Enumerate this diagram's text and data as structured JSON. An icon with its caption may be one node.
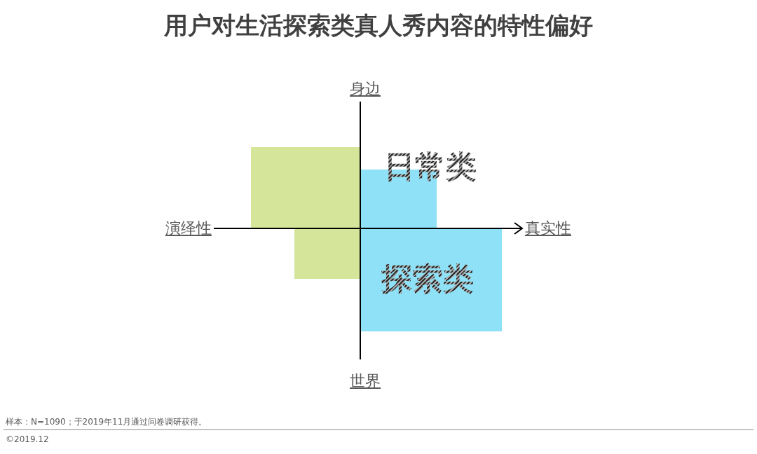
{
  "diagram": {
    "title": "用户对生活探索类真人秀内容的特性偏好",
    "caption": "样本：N=1090；于2019年11月通过问卷调研获得。",
    "nodes": [
      {
        "text": [],
        "shape": "box"
      },
      {
        "text": [],
        "shape": "box"
      },
      {
        "text": [
          "日常类"
        ]
      },
      {
        "text": [
          "探索类"
        ]
      }
    ],
    "edges": [],
    "labels": [
      "身边",
      "演绎性",
      "真实性",
      "世界",
      "©2019.12"
    ]
  }
}
